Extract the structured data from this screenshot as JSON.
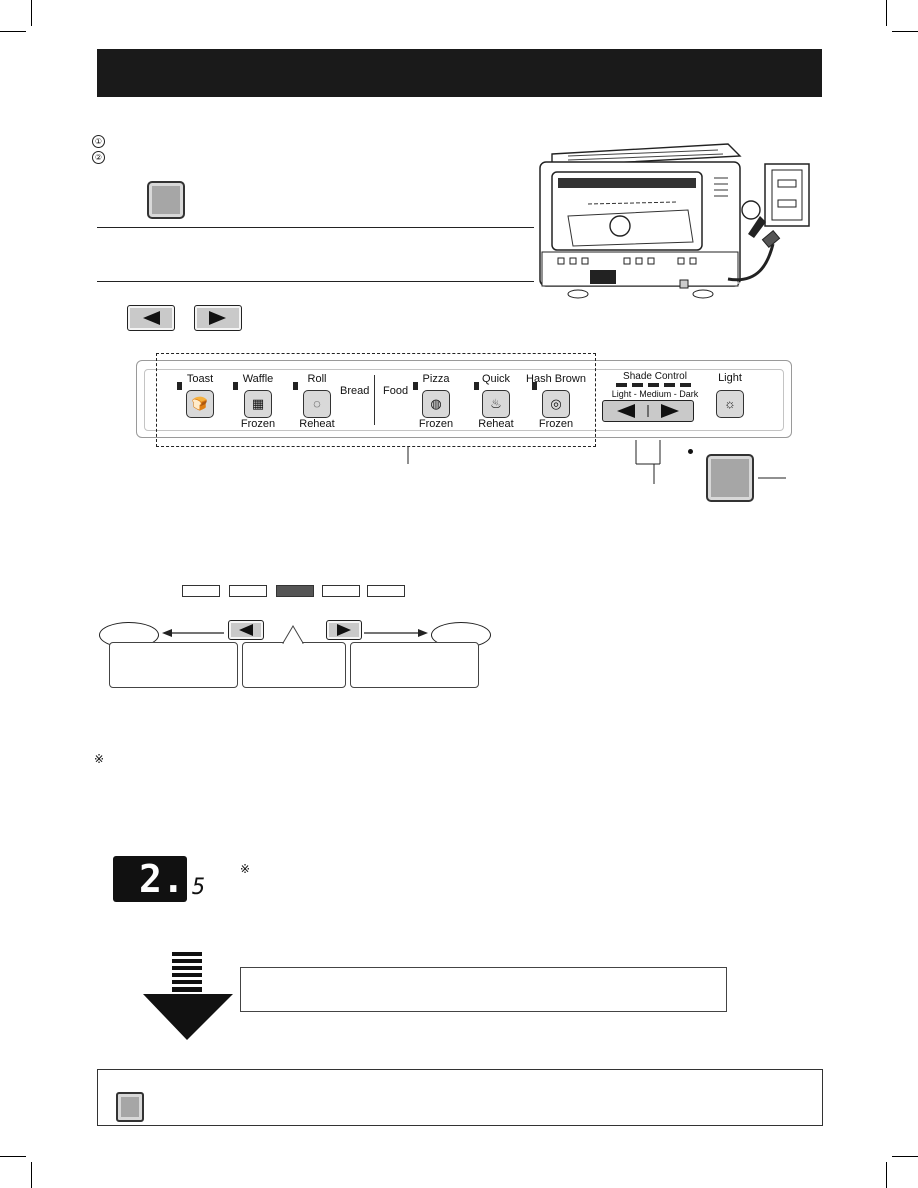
{
  "header": {
    "title": ""
  },
  "steps": [
    {
      "marker": "①",
      "text": ""
    },
    {
      "marker": "②",
      "text": ""
    }
  ],
  "panel": {
    "bread_label": "Bread",
    "food_label": "Food",
    "buttons": [
      {
        "top": "Toast",
        "bottom": "",
        "icon": "toast-icon",
        "glyph": "🍞"
      },
      {
        "top": "Waffle",
        "bottom": "Frozen",
        "icon": "waffle-icon",
        "glyph": "▦"
      },
      {
        "top": "Roll",
        "bottom": "Reheat",
        "icon": "roll-icon",
        "glyph": "◌"
      },
      {
        "top": "Pizza",
        "bottom": "Frozen",
        "icon": "pizza-icon",
        "glyph": "◍"
      },
      {
        "top": "Quick",
        "bottom": "Reheat",
        "icon": "drumstick-icon",
        "glyph": "♨"
      },
      {
        "top": "Hash Brown",
        "bottom": "Frozen",
        "icon": "hash-brown-icon",
        "glyph": "◎"
      }
    ],
    "shade_control": {
      "title": "Shade Control",
      "scale": "Light  -  Medium  -  Dark"
    },
    "light": {
      "label": "Light",
      "icon": "light-bulb-icon",
      "glyph": "☼"
    }
  },
  "display": {
    "digit": "2.",
    "subdigit": "5"
  },
  "notes": {
    "asterisk1": "※",
    "asterisk2": "※"
  },
  "colors": {
    "header": "#1a1a1a",
    "button_gray": "#a6a6a6",
    "level_selected": "#555555"
  }
}
